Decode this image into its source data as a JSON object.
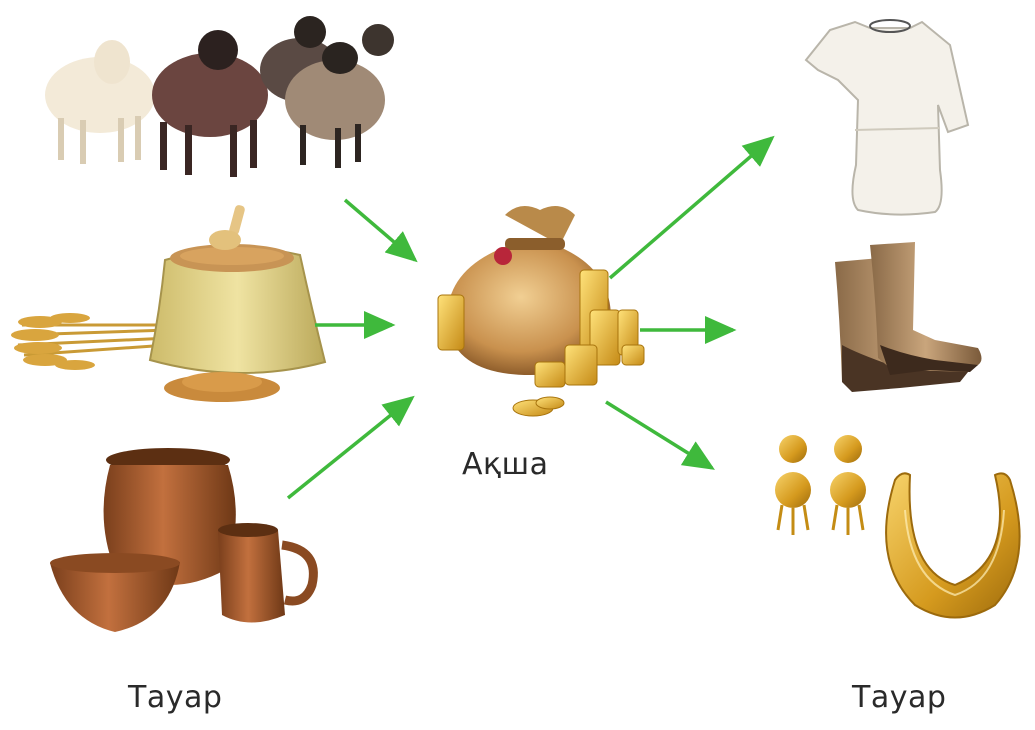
{
  "diagram": {
    "center_label": "Ақша",
    "left_label": "Тауар",
    "right_label": "Тауар",
    "arrow_color": "#3fb93c",
    "inputs": [
      {
        "name": "sheep-flock-icon"
      },
      {
        "name": "grain-sack-icon"
      },
      {
        "name": "clay-pottery-icon"
      }
    ],
    "center": {
      "name": "money-bag-coins-icon"
    },
    "outputs": [
      {
        "name": "shirt-icon"
      },
      {
        "name": "boots-icon"
      },
      {
        "name": "gold-jewelry-icon"
      }
    ]
  }
}
